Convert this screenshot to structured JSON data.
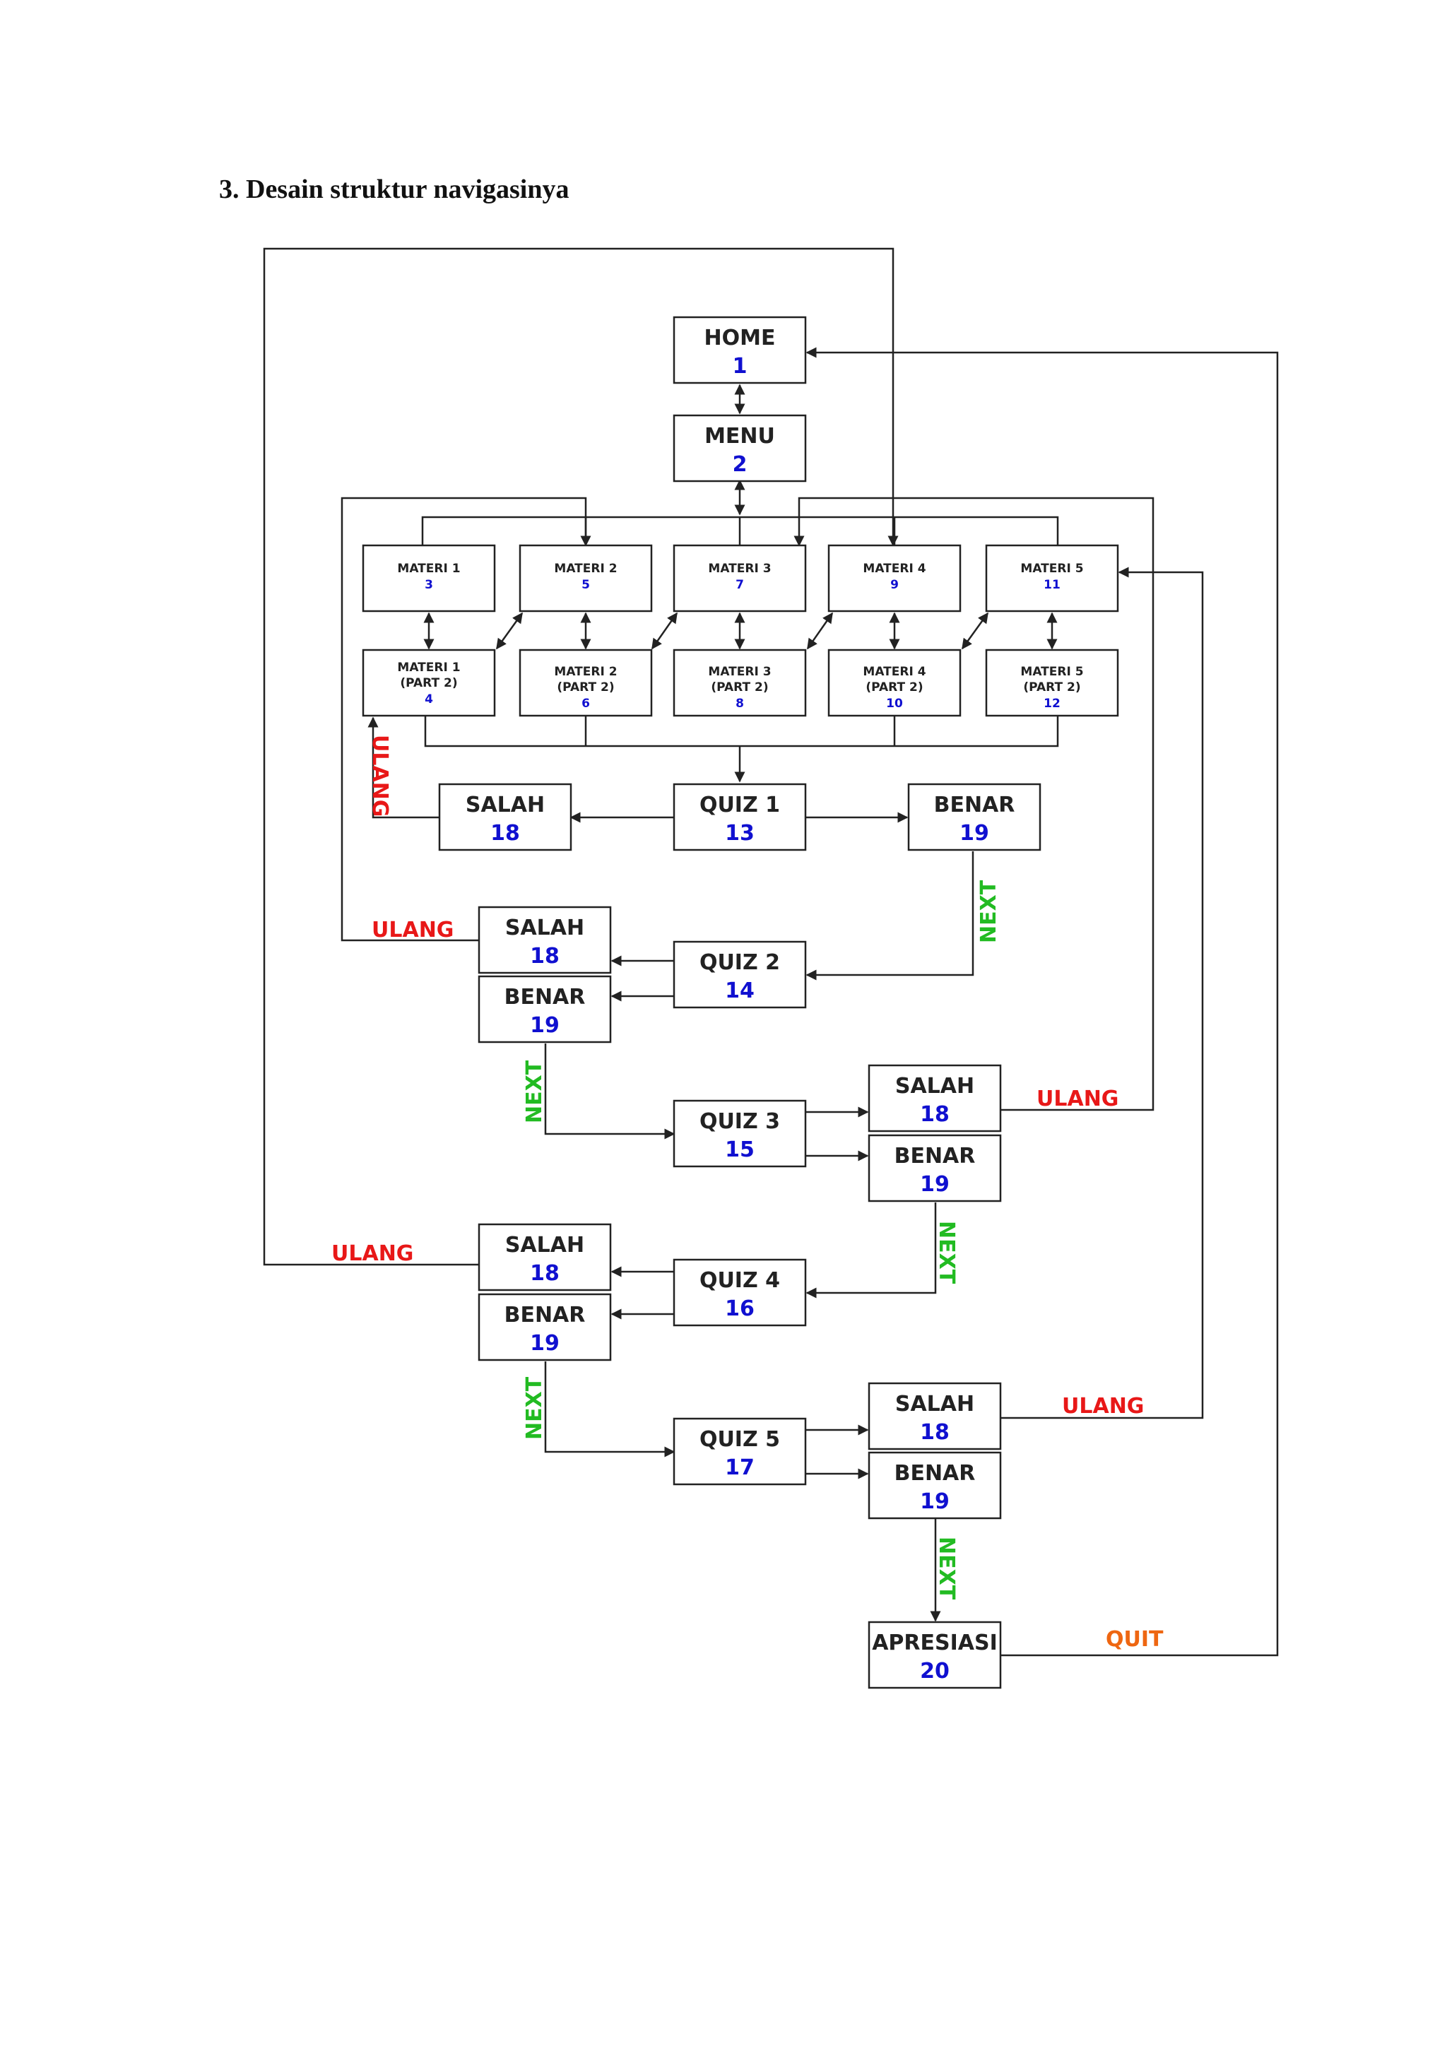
{
  "heading": "3.   Desain struktur navigasinya",
  "colors": {
    "number": "#1010d0",
    "ulang": "#e81818",
    "next": "#22bb22",
    "quit": "#ee6611",
    "line": "#222222"
  },
  "nodes": {
    "home": {
      "label": "HOME",
      "num": "1"
    },
    "menu": {
      "label": "MENU",
      "num": "2"
    },
    "m1": {
      "label": "MATERI 1",
      "num": "3"
    },
    "m2": {
      "label": "MATERI 2",
      "num": "5"
    },
    "m3": {
      "label": "MATERI 3",
      "num": "7"
    },
    "m4": {
      "label": "MATERI 4",
      "num": "9"
    },
    "m5": {
      "label": "MATERI 5",
      "num": "11"
    },
    "m1b": {
      "label": "MATERI 1",
      "sub": "(PART 2)",
      "num": "4"
    },
    "m2b": {
      "label": "MATERI 2",
      "sub": "(PART 2)",
      "num": "6"
    },
    "m3b": {
      "label": "MATERI 3",
      "sub": "(PART 2)",
      "num": "8"
    },
    "m4b": {
      "label": "MATERI 4",
      "sub": "(PART 2)",
      "num": "10"
    },
    "m5b": {
      "label": "MATERI 5",
      "sub": "(PART 2)",
      "num": "12"
    },
    "q1": {
      "label": "QUIZ 1",
      "num": "13"
    },
    "q2": {
      "label": "QUIZ 2",
      "num": "14"
    },
    "q3": {
      "label": "QUIZ 3",
      "num": "15"
    },
    "q4": {
      "label": "QUIZ 4",
      "num": "16"
    },
    "q5": {
      "label": "QUIZ 5",
      "num": "17"
    },
    "s1": {
      "label": "SALAH",
      "num": "18"
    },
    "b1": {
      "label": "BENAR",
      "num": "19"
    },
    "s2": {
      "label": "SALAH",
      "num": "18"
    },
    "b2": {
      "label": "BENAR",
      "num": "19"
    },
    "s3": {
      "label": "SALAH",
      "num": "18"
    },
    "b3": {
      "label": "BENAR",
      "num": "19"
    },
    "s4": {
      "label": "SALAH",
      "num": "18"
    },
    "b4": {
      "label": "BENAR",
      "num": "19"
    },
    "s5": {
      "label": "SALAH",
      "num": "18"
    },
    "b5": {
      "label": "BENAR",
      "num": "19"
    },
    "apresiasi": {
      "label": "APRESIASI",
      "num": "20"
    }
  },
  "edge_labels": {
    "ulang": "ULANG",
    "next": "NEXT",
    "quit": "QUIT"
  }
}
